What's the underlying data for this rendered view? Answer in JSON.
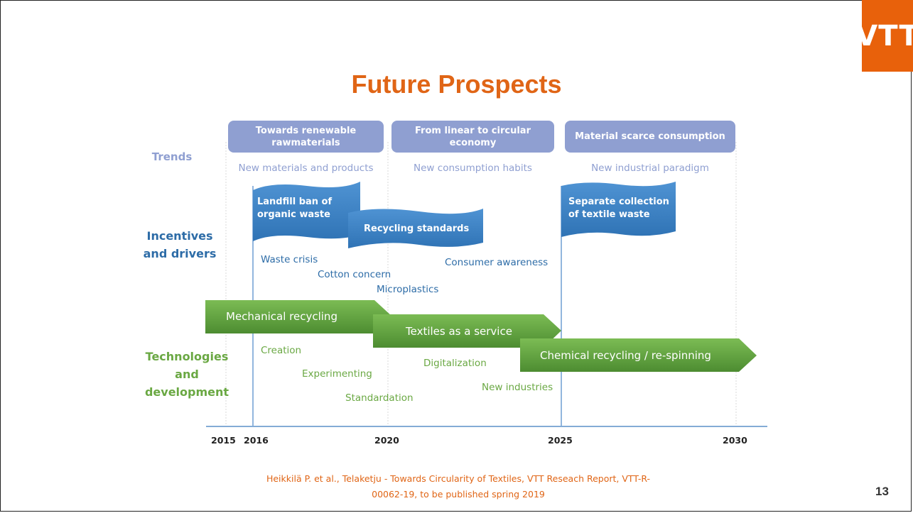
{
  "logo": {
    "text": "VTT",
    "color": "#e8610b"
  },
  "slide": {
    "title": "Future Prospects",
    "page_number": "13",
    "title_color": "#e06516"
  },
  "rows": {
    "trends": "Trends",
    "incentives": "Incentives and drivers",
    "technologies": "Technologies and development"
  },
  "trends": [
    {
      "label": "Towards renewable rawmaterials",
      "sub": "New materials and products"
    },
    {
      "label": "From linear to circular economy",
      "sub": "New consumption habits"
    },
    {
      "label": "Material scarce consumption",
      "sub": "New industrial paradigm"
    }
  ],
  "incentive_banners": [
    {
      "label": "Landfill ban of organic waste"
    },
    {
      "label": "Recycling standards"
    },
    {
      "label": "Separate collection of textile waste"
    }
  ],
  "drivers": [
    "Waste crisis",
    "Cotton concern",
    "Microplastics",
    "Consumer awareness"
  ],
  "tech_arrows": [
    "Mechanical recycling",
    "Textiles as a service",
    "Chemical recycling / re-spinning"
  ],
  "tech_notes": [
    "Creation",
    "Experimenting",
    "Standardation",
    "Digitalization",
    "New industries"
  ],
  "timeline": {
    "years": [
      "2015",
      "2016",
      "2020",
      "2025",
      "2030"
    ]
  },
  "citation": {
    "line1": "Heikkilä P. et al., Telaketju - Towards Circularity of Textiles, VTT Reseach Report, VTT-R-",
    "line2": "00062-19, to be published spring 2019"
  },
  "colors": {
    "trend": "#8f9fd1",
    "incentive": "#2d6ca7",
    "technology": "#6aa843",
    "banner": "#3f86c9",
    "arrow": "#5e9f3c"
  }
}
